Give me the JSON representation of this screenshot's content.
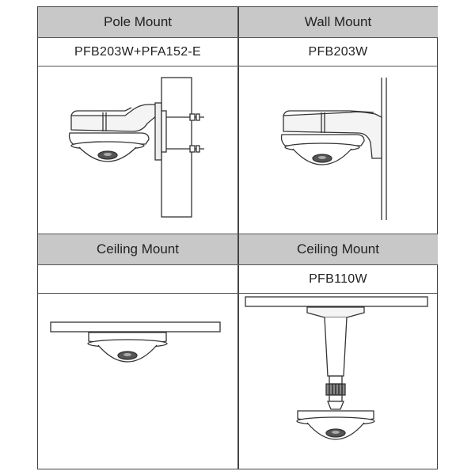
{
  "cells": [
    {
      "header": "Pole Mount",
      "model": "PFB203W+PFA152-E",
      "illustration": "pole-mount-illustration"
    },
    {
      "header": "Wall Mount",
      "model": "PFB203W",
      "illustration": "wall-mount-illustration"
    },
    {
      "header": "Ceiling Mount",
      "model": "",
      "illustration": "ceiling-mount-flush-illustration"
    },
    {
      "header": "Ceiling Mount",
      "model": "PFB110W",
      "illustration": "ceiling-mount-pendant-illustration"
    }
  ],
  "colors": {
    "header_bg": "#c8c8c8",
    "border": "#444444",
    "line_art": "#333333"
  }
}
